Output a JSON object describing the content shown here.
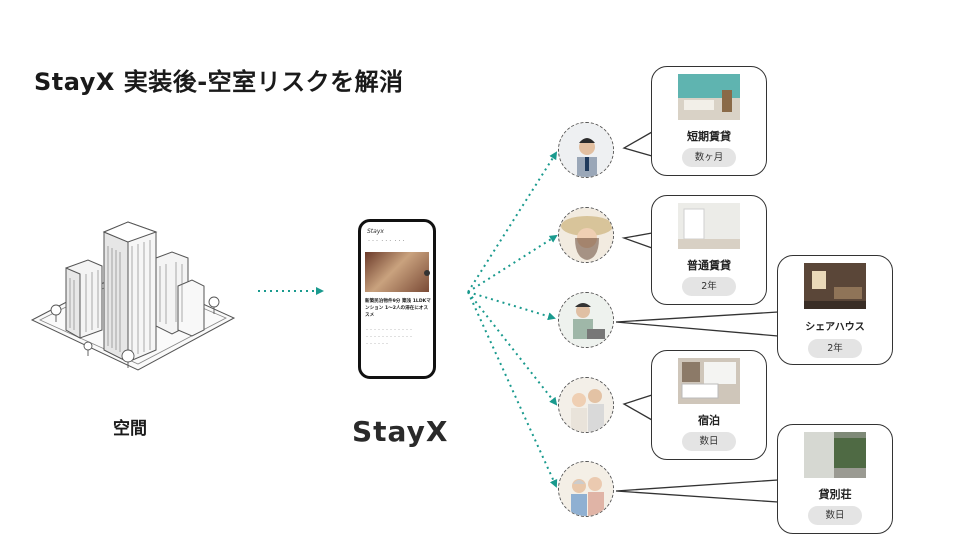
{
  "title": "StayX 実装後-空室リスクを解消",
  "space_label": "空間",
  "brand_label": "StayX",
  "phone": {
    "logo": "Stayx",
    "tabs": "・・・ ・・・ ・・・",
    "article_title": "新築民泊物件9分 築浅 1LDKマンション 1〜2人の滞在にオススメ",
    "notes": [
      "・・・・・・・・・・・・",
      "・・・・・・・・・・・・",
      "・・・・・・"
    ]
  },
  "offers": [
    {
      "label": "短期賃貸",
      "duration": "数ヶ月"
    },
    {
      "label": "普通賃貸",
      "duration": "2年"
    },
    {
      "label": "シェアハウス",
      "duration": "2年"
    },
    {
      "label": "宿泊",
      "duration": "数日"
    },
    {
      "label": "貸別荘",
      "duration": "数日"
    }
  ],
  "colors": {
    "accent": "#1a9a8e",
    "text": "#1a1a1a",
    "pill": "#e4e4e4"
  }
}
